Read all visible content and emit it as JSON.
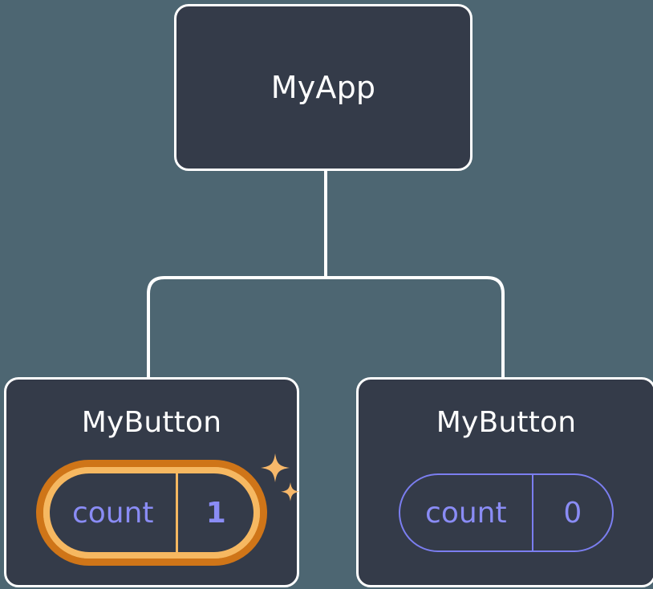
{
  "diagram": {
    "title": "React component tree with state update highlight",
    "background_color": "#4d6672",
    "card_fill": "#343b49",
    "card_border": "#ffffff",
    "connector_color": "#ffffff",
    "accent_highlight_outer": "#cf7518",
    "accent_highlight_inner": "#f6b861",
    "state_text_color": "#8a8cf5",
    "sparkle_color": "#f7b86a"
  },
  "root": {
    "label": "MyApp"
  },
  "children": [
    {
      "label": "MyButton",
      "state": {
        "key": "count",
        "value": "1"
      },
      "highlighted": true,
      "sparkle_large": "sparkle-large-icon",
      "sparkle_small": "sparkle-small-icon"
    },
    {
      "label": "MyButton",
      "state": {
        "key": "count",
        "value": "0"
      },
      "highlighted": false
    }
  ]
}
